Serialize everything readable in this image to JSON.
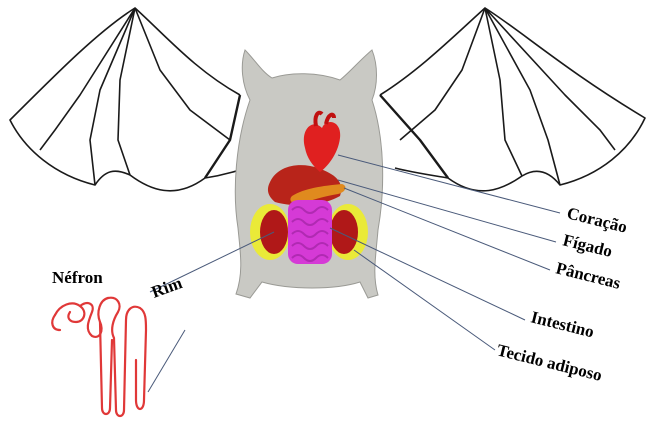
{
  "labels": {
    "heart": "Coração",
    "liver": "Fígado",
    "pancreas": "Pâncreas",
    "intestine": "Intestino",
    "adipose": "Tecido adiposo",
    "kidney": "Rim",
    "nephron": "Néfron"
  },
  "colors": {
    "body": "#c9c9c4",
    "heart": "#e02020",
    "liver": "#b8241a",
    "pancreas": "#e08a1e",
    "intestine": "#d53ad6",
    "kidney": "#b01818",
    "adipose": "#f0f020",
    "nephron": "#e03838",
    "leader": "#4a5a7a"
  }
}
